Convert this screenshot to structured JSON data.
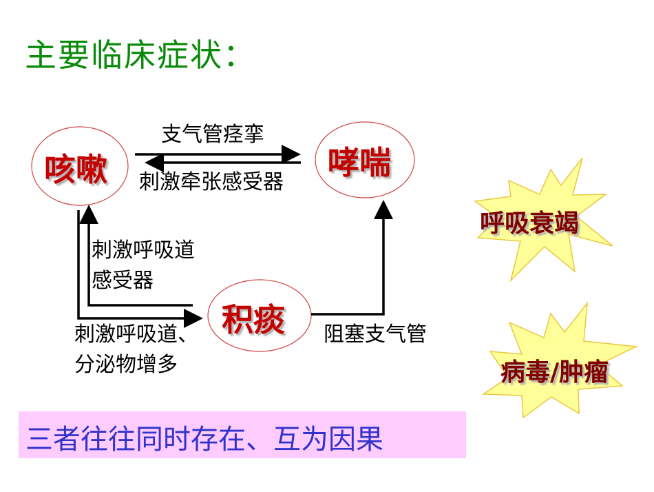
{
  "title": "主要临床症状：",
  "nodes": {
    "cough": "咳嗽",
    "wheeze": "哮喘",
    "sputum": "积痰"
  },
  "edges": {
    "cough_to_wheeze": "支气管痉挛",
    "wheeze_to_cough": "刺激牵张感受器",
    "sputum_to_cough_line1": "刺激呼吸道",
    "sputum_to_cough_line2": "感受器",
    "cough_to_sputum_line1": "刺激呼吸道、",
    "cough_to_sputum_line2": "分泌物增多",
    "sputum_to_wheeze": "阻塞支气管"
  },
  "complications": [
    {
      "label": "呼吸衰竭"
    },
    {
      "label": "病毒/肿瘤"
    }
  ],
  "summary": "三者往往同时存在、互为因果",
  "colors": {
    "title": "#0a8a0a",
    "node_text": "#c40000",
    "node_border": "#d04040",
    "burst_fill": "#ffff99",
    "burst_stroke": "#e8c840",
    "burst_text": "#800000",
    "summary_bg": "#ffccff",
    "summary_text": "#3333cc"
  }
}
